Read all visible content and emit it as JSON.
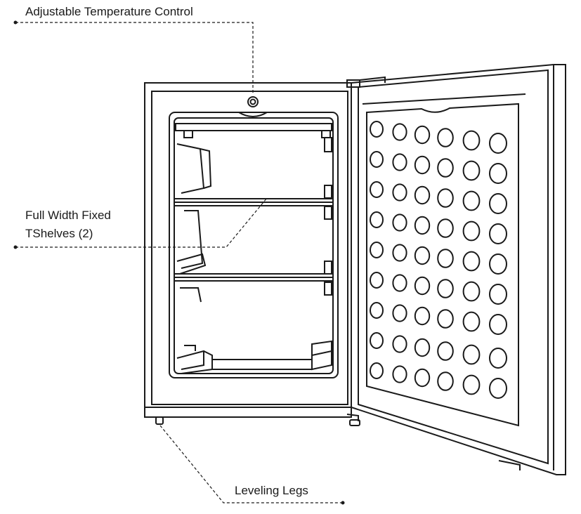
{
  "callouts": {
    "temperature": "Adjustable Temperature Control",
    "shelves_line1": "Full Width Fixed",
    "shelves_line2": "TShelves (2)",
    "legs": "Leveling Legs"
  },
  "colors": {
    "line": "#1a1a1a",
    "background": "#ffffff"
  }
}
